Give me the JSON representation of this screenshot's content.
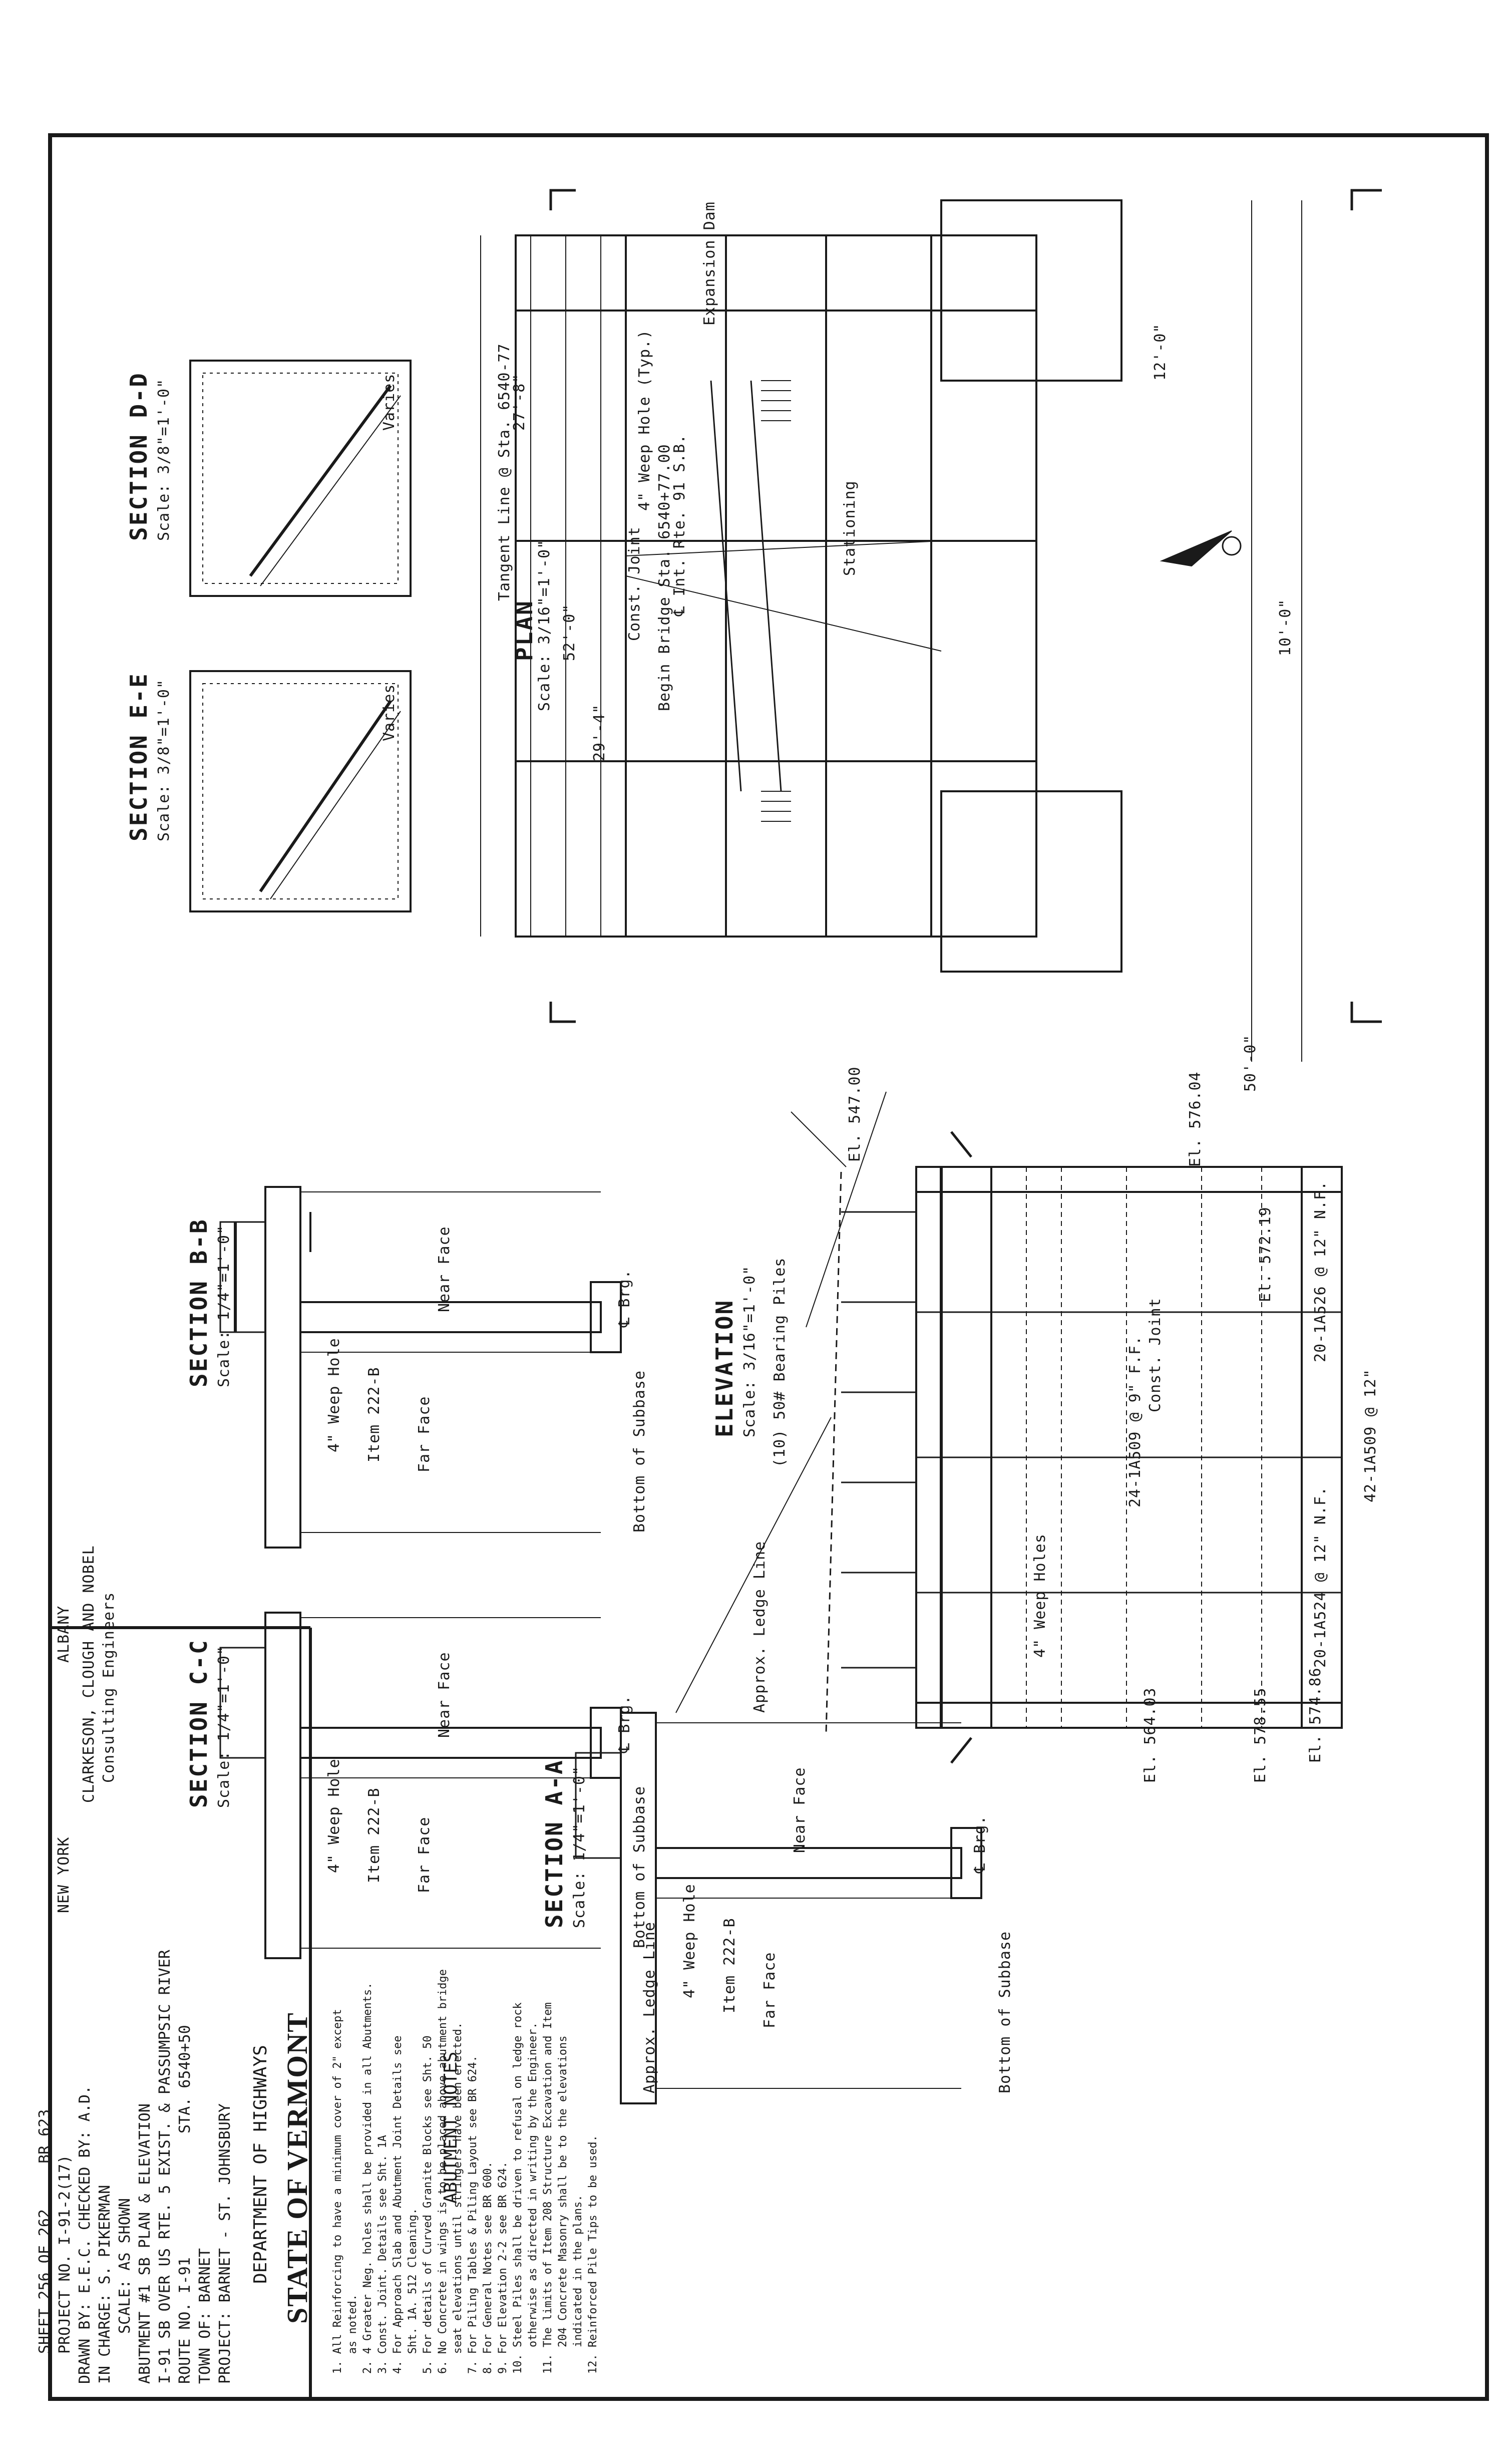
{
  "titles": {
    "plan": "PLAN",
    "plan_scale": "Scale: 3/16\"=1'-0\"",
    "elevation": "ELEVATION",
    "elevation_scale": "Scale: 3/16\"=1'-0\"",
    "section_dd": "SECTION D-D",
    "section_dd_scale": "Scale: 3/8\"=1'-0\"",
    "section_ee": "SECTION E-E",
    "section_ee_scale": "Scale: 3/8\"=1'-0\"",
    "section_bb": "SECTION B-B",
    "section_bb_scale": "Scale: 1/4\"=1'-0\"",
    "section_cc": "SECTION C-C",
    "section_cc_scale": "Scale: 1/4\"=1'-0\"",
    "section_aa": "SECTION A-A",
    "section_aa_scale": "Scale: 1/4\"=1'-0\""
  },
  "plan_labels": {
    "dim_10_0": "10'-0\"",
    "dim_12_0": "12'-0\"",
    "dim_52_0": "52'-0\"",
    "dim_50_0": "50'-0\"",
    "dim_27_8": "27'-8\"",
    "dim_29_4": "29'-4\"",
    "stationing": "Stationing",
    "centerline_rte": "℄ Int. Rte. 91 S.B.",
    "const_joint": "Const. Joint",
    "tangent_line": "Tangent Line @ Sta. 6540-77",
    "expansion_dam": "Expansion Dam",
    "weep_hole": "4\" Weep Hole (Typ.)",
    "begin_bridge": "Begin Bridge Sta. 6540+77.00"
  },
  "elevation_labels": {
    "el_547": "El. 547.00",
    "el_576": "El. 576.04",
    "el_572": "El. 572.19",
    "el_564": "El. 564.03",
    "el_574": "El. 574.86",
    "el_578": "El. 578.55",
    "const_joint": "Const. Joint",
    "weep_holes": "4\" Weep Holes",
    "piles_note": "(10) 50# Bearing Piles",
    "approx_ledge": "Approx. Ledge Line",
    "bar_a": "42-1A509 @ 12\"",
    "bar_b": "20-1A526 @ 12\" N.F.",
    "bar_c": "20-1A524 @ 12\" N.F.",
    "bar_d": "24-1A509 @ 9\" F.F."
  },
  "section_labels": {
    "bottom_subbase": "Bottom of Subbase",
    "far_face": "Far Face",
    "near_face": "Near Face",
    "varies": "Varies",
    "item_222": "Item 222-B",
    "weep_hole": "4\" Weep Hole",
    "cl_brg": "℄ Brg.",
    "approx_ledge": "Approx. Ledge Line"
  },
  "notes": {
    "heading": "ABUTMENT NOTES",
    "body": "1. All Reinforcing to have a minimum cover of 2\" except\n   as noted.\n2. 4 Greater Neg. holes shall be provided in all Abutments.\n3. Const. Joint. Details see Sht. 1A\n4. For Approach Slab and Abutment Joint Details see\n   Sht. 1A. 512 Cleaning.\n5. For details of Curved Granite Blocks see Sht. 50\n6. No Concrete in wings is to be placed above abutment bridge\n   seat elevations until stringers have been erected.\n7. For Piling Tables & Piling Layout see BR 624.\n8. For General Notes see BR 600.\n9. For Elevation 2-2 see BR 624.\n10. Steel Piles shall be driven to refusal on ledge rock\n    otherwise as directed in writing by the Engineer.\n11. The limits of Item 208 Structure Excavation and Item\n    204 Concrete Masonry shall be to the elevations\n    indicated in the plans.\n12. Reinforced Pile Tips to be used."
  },
  "consultant": {
    "name": "CLARKESON, CLOUGH AND NOBEL",
    "sub": "Consulting Engineers",
    "city_left": "ALBANY",
    "city_right": "NEW YORK"
  },
  "title_block": {
    "state": "STATE OF VERMONT",
    "dept": "DEPARTMENT OF HIGHWAYS",
    "project": "PROJECT: BARNET - ST. JOHNSBURY",
    "town": "TOWN OF: BARNET",
    "route": "ROUTE NO. I-91",
    "station": "STA. 6540+50",
    "desc1": "I-91 SB OVER US RTE. 5 EXIST. & PASSUMPSIC RIVER",
    "desc2": "ABUTMENT #1 SB PLAN & ELEVATION",
    "scale": "SCALE: AS SHOWN",
    "in_charge": "IN CHARGE: S. PIKERMAN",
    "drawn": "DRAWN BY: E.E.C.  CHECKED BY: A.D.",
    "project_no": "PROJECT NO. I-91-2(17)",
    "sheet": "SHEET 256 OF 262",
    "br": "BR 623"
  }
}
